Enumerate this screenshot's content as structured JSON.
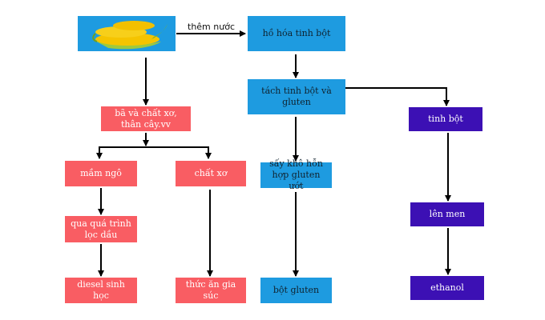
{
  "diagram": {
    "nodes": {
      "corn": {
        "icon": "corn-icon"
      },
      "gelatinize": {
        "label": "hồ hóa tinh bột"
      },
      "separate": {
        "label": "tách tinh bột và gluten"
      },
      "starch": {
        "label": "tinh bột"
      },
      "residue": {
        "label": "bã và chất xơ, thân cây.vv"
      },
      "germ": {
        "label": "mầm ngô"
      },
      "fiber": {
        "label": "chất xơ"
      },
      "dry_gluten": {
        "label": "sấy khô hỗn hợp gluten ướt"
      },
      "oil_process": {
        "label": "qua quá trình lọc dầu"
      },
      "biodiesel": {
        "label": "diesel sinh học"
      },
      "feed": {
        "label": "thức ăn gia súc"
      },
      "gluten_powder": {
        "label": "bột gluten"
      },
      "ferment": {
        "label": "lên men"
      },
      "ethanol": {
        "label": "ethanol"
      }
    },
    "edges": {
      "add_water": {
        "label": "thêm nước"
      }
    },
    "colors": {
      "red": "#f95d63",
      "blue": "#1e9be0",
      "purple": "#3c10b4",
      "corn_yellow": "#f5c400",
      "husk_green": "#9fc93d",
      "arrow": "#000000"
    }
  }
}
